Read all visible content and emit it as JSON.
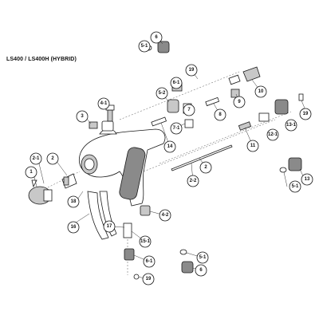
{
  "title": "LS400 / LS400H (HYBRID)",
  "callouts": [
    {
      "label": "6"
    },
    {
      "label": "5-1"
    },
    {
      "label": "19"
    },
    {
      "label": "6-1"
    },
    {
      "label": "10"
    },
    {
      "label": "5-2"
    },
    {
      "label": "4-1"
    },
    {
      "label": "8"
    },
    {
      "label": "9"
    },
    {
      "label": "19"
    },
    {
      "label": "3"
    },
    {
      "label": "7"
    },
    {
      "label": "7-1"
    },
    {
      "label": "13-1"
    },
    {
      "label": "12-1"
    },
    {
      "label": "14"
    },
    {
      "label": "11"
    },
    {
      "label": "2-1"
    },
    {
      "label": "2"
    },
    {
      "label": "1"
    },
    {
      "label": "2"
    },
    {
      "label": "13"
    },
    {
      "label": "2-2"
    },
    {
      "label": "5-1"
    },
    {
      "label": "18"
    },
    {
      "label": "4-2"
    },
    {
      "label": "17"
    },
    {
      "label": "16"
    },
    {
      "label": "15-1"
    },
    {
      "label": "6-1"
    },
    {
      "label": "5-1"
    },
    {
      "label": "19"
    },
    {
      "label": "6"
    }
  ]
}
